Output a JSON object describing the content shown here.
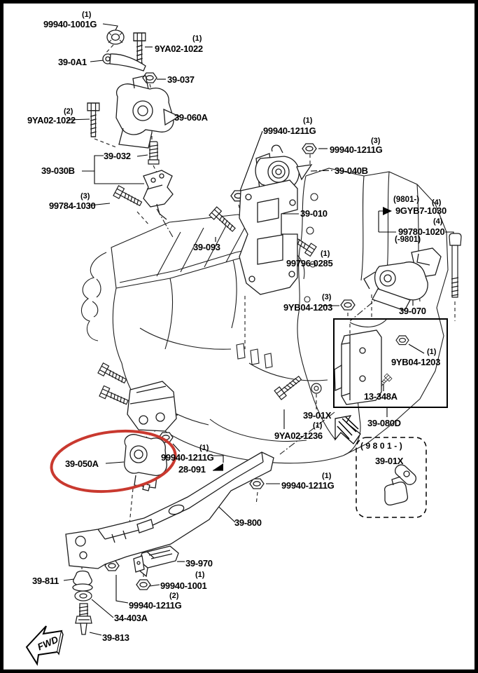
{
  "colors": {
    "background": "#ffffff",
    "line": "#1c1c1c",
    "frame": "#000000",
    "highlight": "#c9392f"
  },
  "fwd": {
    "label": "FWD"
  },
  "highlighted_part": "39-050A",
  "parts": [
    {
      "number": "99940-1001G",
      "qty": "(1)"
    },
    {
      "number": "9YA02-1022",
      "qty": "(1)"
    },
    {
      "number": "39-0A1"
    },
    {
      "number": "39-037"
    },
    {
      "number": "39-060A"
    },
    {
      "number": "9YA02-1022",
      "qty": "(2)"
    },
    {
      "number": "39-032"
    },
    {
      "number": "39-030B"
    },
    {
      "number": "99784-1030",
      "qty": "(3)"
    },
    {
      "number": "99940-1211G",
      "qty": "(1)"
    },
    {
      "number": "99940-1211G",
      "qty": "(3)"
    },
    {
      "number": "39-040B"
    },
    {
      "number": "39-010"
    },
    {
      "number": "39-093"
    },
    {
      "number": "99796-0285",
      "qty": "(1)"
    },
    {
      "number": "9GYB7-1030",
      "qty": "(4)",
      "note": "(9801-)"
    },
    {
      "number": "99780-1020",
      "qty": "(4)",
      "note": "(-9801)"
    },
    {
      "number": "39-070"
    },
    {
      "number": "9YB04-1203",
      "qty": "(3)"
    },
    {
      "number": "9YB04-1203",
      "qty": "(1)"
    },
    {
      "number": "13-348A"
    },
    {
      "number": "39-080D"
    },
    {
      "number": "39-01X"
    },
    {
      "number": "9YA02-1236",
      "qty": "(1)"
    },
    {
      "number": "39-01X",
      "note": "(9801-)"
    },
    {
      "number": "99940-1211G",
      "qty": "(1)"
    },
    {
      "number": "28-091"
    },
    {
      "number": "39-050A"
    },
    {
      "number": "99940-1211G",
      "qty": "(1)"
    },
    {
      "number": "39-800"
    },
    {
      "number": "39-970"
    },
    {
      "number": "39-811"
    },
    {
      "number": "99940-1001",
      "qty": "(1)"
    },
    {
      "number": "99940-1211G",
      "qty": "(2)"
    },
    {
      "number": "34-403A"
    },
    {
      "number": "39-813"
    }
  ]
}
